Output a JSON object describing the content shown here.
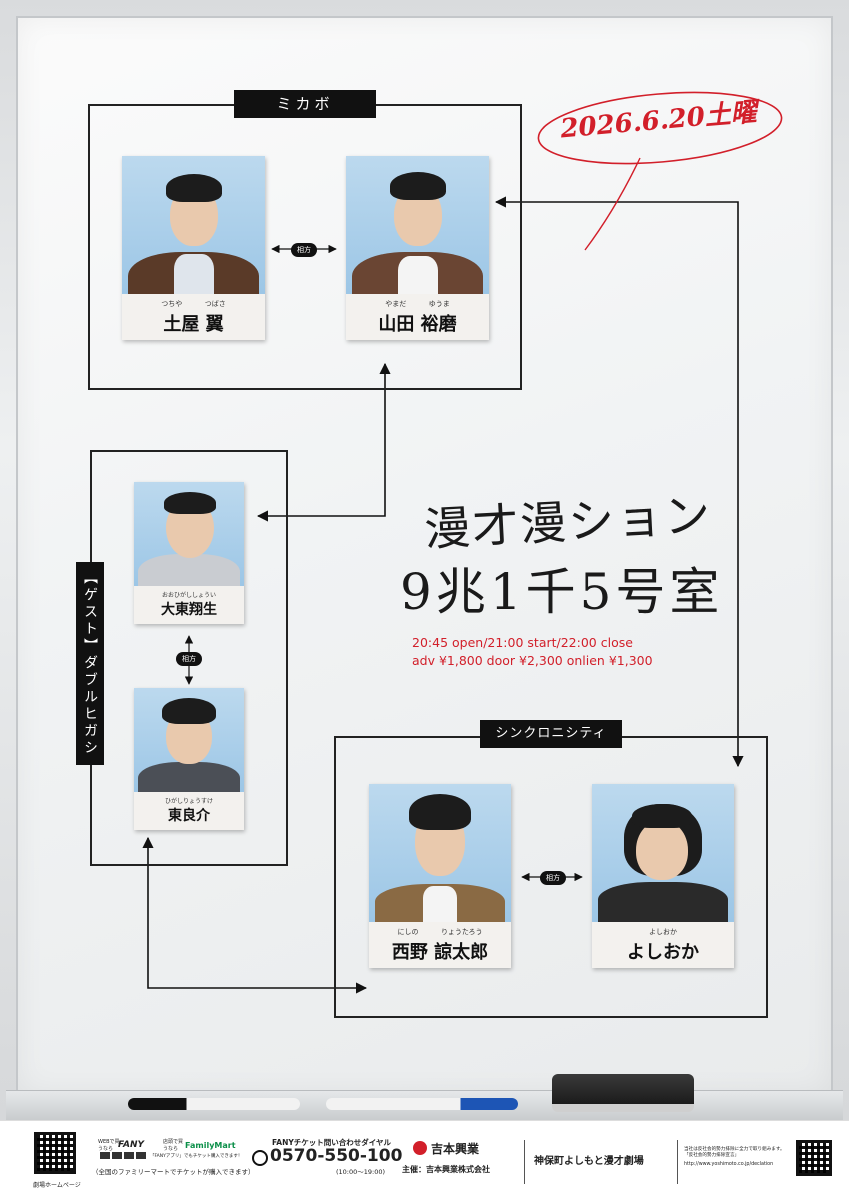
{
  "date": "2026.6.20土曜",
  "event": {
    "title_line1": "漫才漫ション",
    "title_line2": "9兆1千5号室",
    "times": "20:45 open/21:00 start/22:00 close",
    "prices": "adv ¥1,800 door ¥2,300 onlien ¥1,300"
  },
  "groups": {
    "mikabo": {
      "label": "ミカボ",
      "partner_label": "相方",
      "members": [
        {
          "ruby_a": "つちや",
          "ruby_b": "つばさ",
          "name": "土屋 翼"
        },
        {
          "ruby_a": "やまだ",
          "ruby_b": "ゆうま",
          "name": "山田 裕磨"
        }
      ]
    },
    "double": {
      "label": "【ゲスト】ダブルヒガシ",
      "partner_label": "相方",
      "members": [
        {
          "ruby": "おおひがししょうい",
          "name": "大東翔生"
        },
        {
          "ruby": "ひがしりょうすけ",
          "name": "東良介"
        }
      ]
    },
    "synchro": {
      "label": "シンクロニシティ",
      "partner_label": "相方",
      "members": [
        {
          "ruby_a": "にしの",
          "ruby_b": "りょうたろう",
          "name": "西野 諒太郎"
        },
        {
          "ruby": "よしおか",
          "name": "よしおか"
        }
      ]
    }
  },
  "footer": {
    "qr_caption": "劇場ホームページ",
    "web_note": "WEBで買うなら",
    "fany_ticket": "FANY",
    "store_note": "店頭で買うなら",
    "familymart": "FamilyMart",
    "app_note": "「FANYアプリ」でもチケット購入できます！",
    "store_caption": "（全国のファミリーマートでチケットが購入できます）",
    "dial_label": "FANYチケット問い合わせダイヤル",
    "dial_number": "0570-550-100",
    "dial_hours": "(10:00〜19:00)",
    "company": "吉本興業",
    "organizer": "主催：吉本興業株式会社",
    "theater": "神保町よしもと漫才劇場",
    "declaration": "当社は反社会的勢力排除に全力で取り組みます。「反社会的勢力排除宣言」",
    "declaration_url": "http://www.yoshimoto.co.jp/declation"
  },
  "colors": {
    "accent_red": "#d21f2a",
    "board_line": "#222222",
    "photo_sky": "#a9cfea"
  }
}
